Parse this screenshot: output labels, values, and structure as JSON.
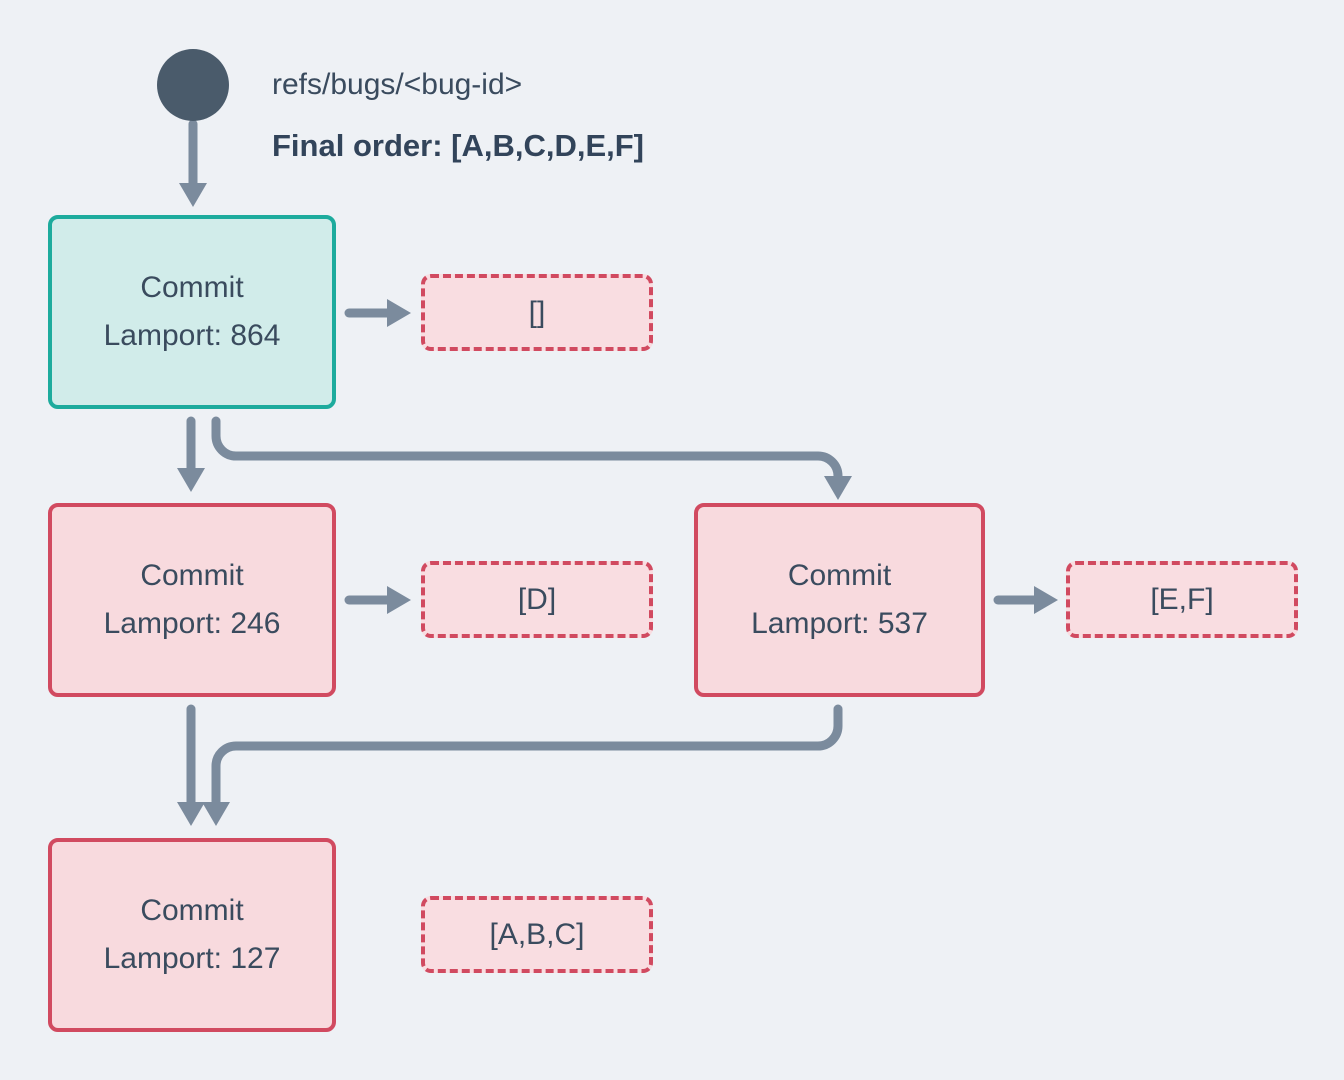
{
  "header": {
    "ref_label": "refs/bugs/<bug-id>",
    "final_order_label": "Final order: [A,B,C,D,E,F]"
  },
  "nodes": [
    {
      "id": "commit-864",
      "title": "Commit",
      "subtitle": "Lamport: 864",
      "variant": "teal",
      "payload": "[]"
    },
    {
      "id": "commit-246",
      "title": "Commit",
      "subtitle": "Lamport: 246",
      "variant": "pink",
      "payload": "[D]"
    },
    {
      "id": "commit-537",
      "title": "Commit",
      "subtitle": "Lamport: 537",
      "variant": "pink",
      "payload": "[E,F]"
    },
    {
      "id": "commit-127",
      "title": "Commit",
      "subtitle": "Lamport: 127",
      "variant": "pink",
      "payload": "[A,B,C]"
    }
  ],
  "edges": [
    {
      "from": "refs/bugs/<bug-id>",
      "to": "commit-864"
    },
    {
      "from": "commit-864",
      "to": "commit-246"
    },
    {
      "from": "commit-864",
      "to": "commit-537"
    },
    {
      "from": "commit-246",
      "to": "commit-127"
    },
    {
      "from": "commit-537",
      "to": "commit-127"
    },
    {
      "from": "commit-864",
      "to": "payload []"
    },
    {
      "from": "commit-246",
      "to": "payload [D]"
    },
    {
      "from": "commit-537",
      "to": "payload [E,F]"
    },
    {
      "from": "commit-127",
      "to": "payload [A,B,C]"
    }
  ],
  "colors": {
    "background": "#eef1f5",
    "slate": "#4a5b6b",
    "text": "#3a4b5e",
    "arrow": "#7b8b9d",
    "teal_border": "#1dab9d",
    "teal_fill": "#d1ecea",
    "red_border": "#d14a60",
    "pink_fill": "#f8dade",
    "payload_fill": "#f9dde1"
  }
}
